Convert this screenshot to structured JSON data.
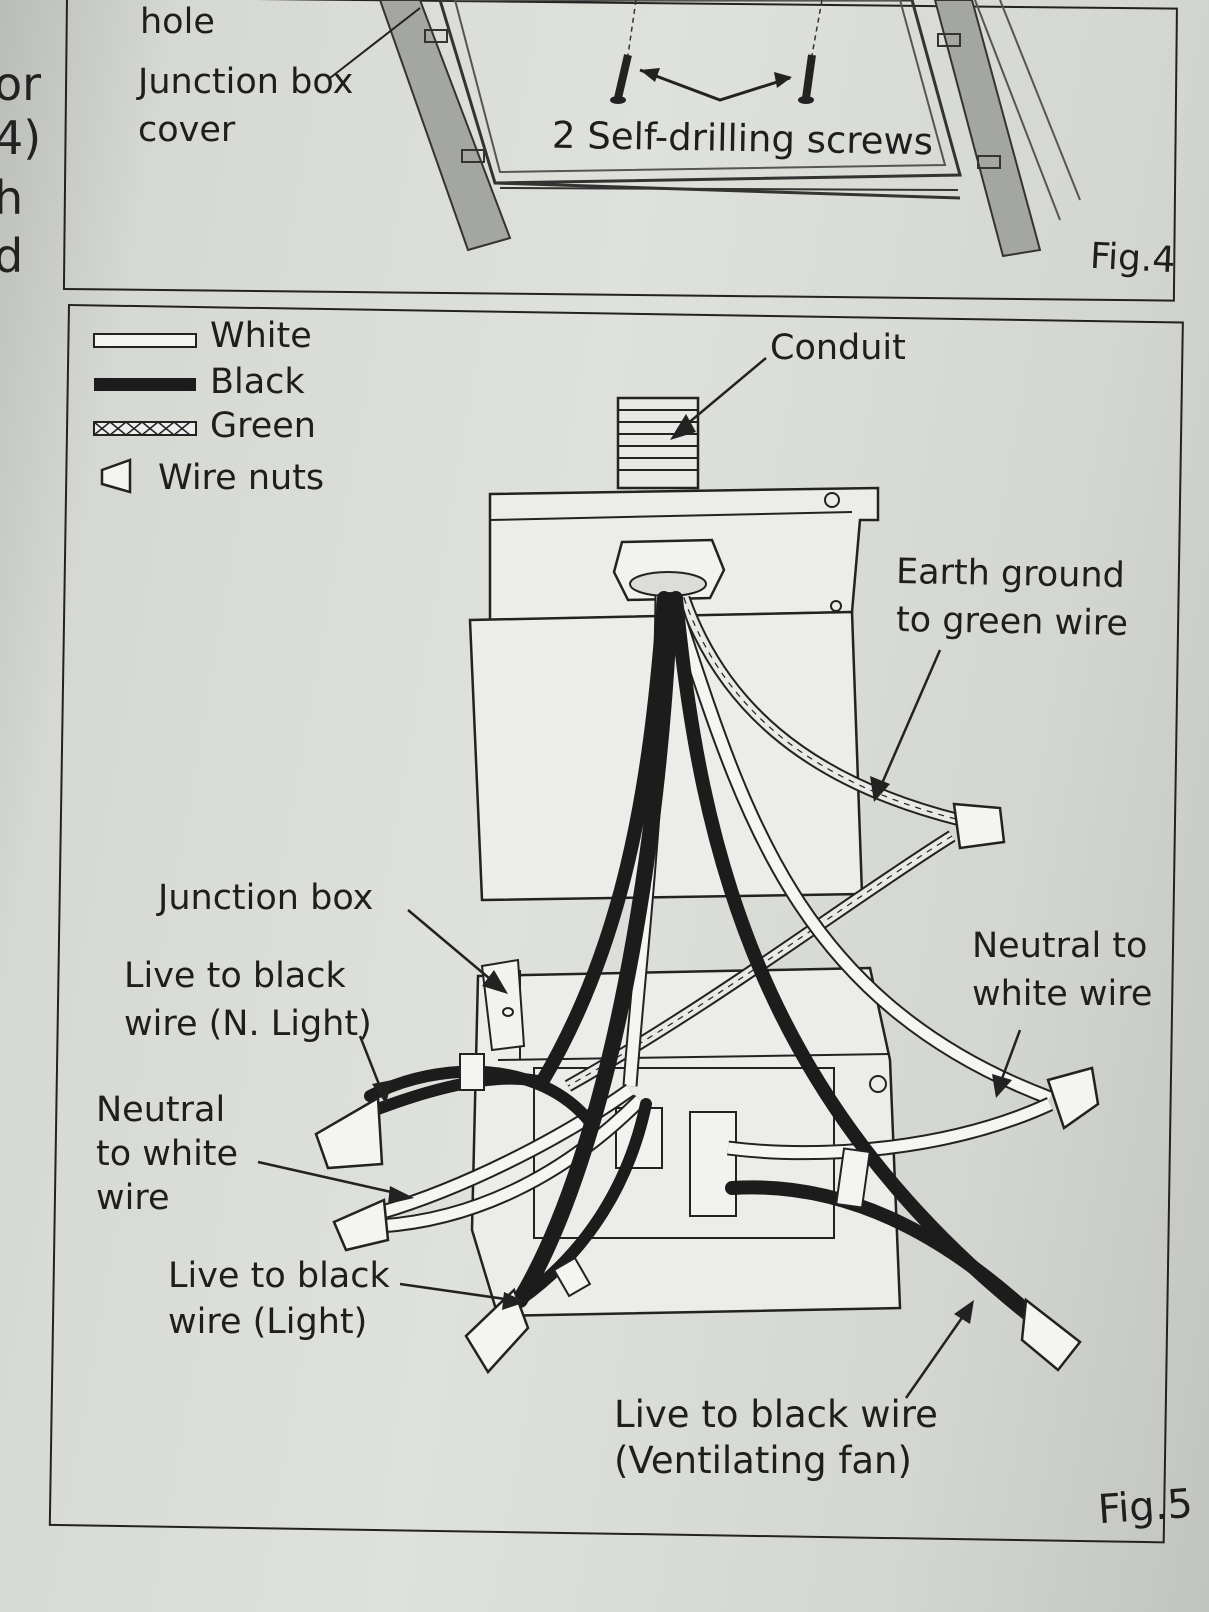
{
  "left_margin_text": [
    "or",
    "4)",
    "h",
    "d"
  ],
  "fig4": {
    "labels": {
      "hole": "hole",
      "junction_box_cover_1": "Junction box",
      "junction_box_cover_2": "cover",
      "screws": "2 Self-drilling screws"
    },
    "fig_label": "Fig.4"
  },
  "fig5": {
    "legend": [
      {
        "label": "White",
        "icon": "white-wire-swatch"
      },
      {
        "label": "Black",
        "icon": "black-wire-swatch"
      },
      {
        "label": "Green",
        "icon": "green-wire-swatch"
      },
      {
        "label": "Wire nuts",
        "icon": "wire-nut-icon"
      }
    ],
    "labels": {
      "conduit": "Conduit",
      "earth_ground_1": "Earth ground",
      "earth_ground_2": "to green wire",
      "junction_box": "Junction box",
      "live_nlight_1": "Live to black",
      "live_nlight_2": "wire (N. Light)",
      "neutral_left_1": "Neutral",
      "neutral_left_2": "to white",
      "neutral_left_3": "wire",
      "neutral_right_1": "Neutral to",
      "neutral_right_2": "white wire",
      "live_light_1": "Live to black",
      "live_light_2": "wire (Light)",
      "live_fan_1": "Live to black wire",
      "live_fan_2": "(Ventilating fan)"
    },
    "fig_label": "Fig.5"
  }
}
